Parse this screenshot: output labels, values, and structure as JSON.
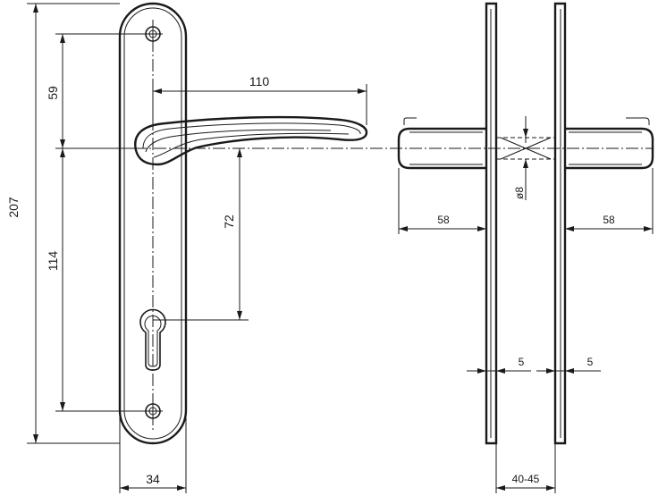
{
  "front_view": {
    "overall_height": "207",
    "screw_to_handle": "59",
    "handle_to_lower_screw": "114",
    "handle_length": "110",
    "handle_to_cylinder": "72",
    "plate_width": "34"
  },
  "side_view": {
    "left_projection": "58",
    "right_projection": "58",
    "spindle_diameter": "ø8",
    "left_plate_thickness": "5",
    "right_plate_thickness": "5",
    "door_thickness": "40-45"
  }
}
